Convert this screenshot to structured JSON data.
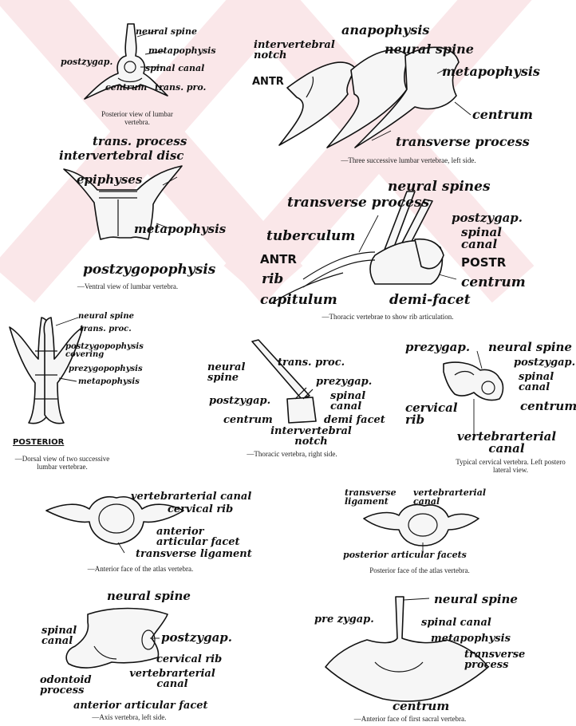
{
  "colors": {
    "background": "#ffffff",
    "watermark": "#f6d4d8",
    "ink": "#111111"
  },
  "panel_lumbar_posterior": {
    "labels": {
      "neural_spine": "neural spine",
      "metapophysis": "metapophysis",
      "postzygap": "postzygap.",
      "spinal_canal": "spinal canal",
      "centrum": "centrum",
      "trans_pro": "trans. pro."
    },
    "caption": "Posterior view of lumbar vertebra."
  },
  "panel_lumbar_lateral": {
    "labels": {
      "anapophysis": "anapophysis",
      "intervertebral_notch": "intervertebral notch",
      "antr": "ANTR",
      "neural_spine": "neural spine",
      "metapophysis": "metapophysis",
      "centrum": "centrum",
      "transverse_process": "transverse process"
    },
    "caption": "—Three successive lumbar vertebrae, left side."
  },
  "panel_lumbar_ventral": {
    "labels": {
      "trans_process": "trans. process",
      "intervertebral_disc": "intervertebral disc",
      "epiphyses": "epiphyses",
      "metapophysis": "metapophysis",
      "postzygopophysis": "postzygopophysis"
    },
    "caption": "—Ventral view of lumbar vertebra."
  },
  "panel_thoracic_rib": {
    "labels": {
      "neural_spines": "neural spines",
      "transverse_process": "transverse process",
      "postzygap": "postzygap.",
      "spinal_canal": "spinal canal",
      "postr": "POSTR",
      "tuberculum": "tuberculum",
      "antr": "ANTR",
      "rib": "rib",
      "capitulum": "capitulum",
      "demi_facet": "demi-facet",
      "centrum": "centrum"
    },
    "caption": "—Thoracic vertebrae to show rib articulation."
  },
  "panel_lumbar_dorsal": {
    "labels": {
      "neural_spine": "neural spine",
      "trans_proc": "trans. proc.",
      "postzyg_covering": "postzygopophysis covering",
      "prezygopophysis": "prezygopophysis",
      "metapophysis": "metapophysis",
      "posterior": "POSTERIOR"
    },
    "caption": "—Dorsal view of two successive lumbar vertebrae."
  },
  "panel_thoracic_right": {
    "labels": {
      "trans_proc": "trans. proc.",
      "neural_spine": "neural spine",
      "prezygap": "prezygap.",
      "postzygap": "postzygap.",
      "spinal_canal": "spinal canal",
      "centrum": "centrum",
      "demi_facet": "demi facet",
      "intervertebral_notch": "intervertebral notch"
    },
    "caption": "—Thoracic vertebra, right side."
  },
  "panel_cervical": {
    "labels": {
      "prezygap": "prezygap.",
      "neural_spine": "neural spine",
      "postzygap": "postzygap.",
      "spinal_canal": "spinal canal",
      "cervical_rib": "cervical rib",
      "centrum": "centrum",
      "vertebrarterial_canal": "vertebrarterial canal"
    },
    "caption": "Typical cervical vertebra. Left postero lateral view."
  },
  "panel_atlas_anterior": {
    "labels": {
      "vertebrarterial_canal": "vertebrarterial canal",
      "cervical_rib": "cervical rib",
      "anterior_articular_facet": "anterior articular facet",
      "transverse_ligament": "transverse ligament"
    },
    "caption": "—Anterior face of the atlas vertebra."
  },
  "panel_atlas_posterior": {
    "labels": {
      "transverse_ligament": "transverse ligament",
      "vertebrarterial_canal": "vertebrarterial canal",
      "posterior_articular_facets": "posterior articular facets"
    },
    "caption": "Posterior face of the atlas vertebra."
  },
  "panel_axis": {
    "labels": {
      "neural_spine": "neural spine",
      "spinal_canal": "spinal canal",
      "postzygap": "postzygap.",
      "cervical_rib": "cervical rib",
      "odontoid_process": "odontoid process",
      "vertebrarterial_canal": "vertebrarterial canal",
      "anterior_articular_facet": "anterior articular facet"
    },
    "caption": "—Axis vertebra, left side."
  },
  "panel_sacral": {
    "labels": {
      "neural_spine": "neural spine",
      "pre_zygap": "pre zygap.",
      "spinal_canal": "spinal canal",
      "metapophysis": "metapophysis",
      "transverse_process": "transverse process",
      "centrum": "centrum"
    },
    "caption": "—Anterior face of first sacral vertebra."
  }
}
